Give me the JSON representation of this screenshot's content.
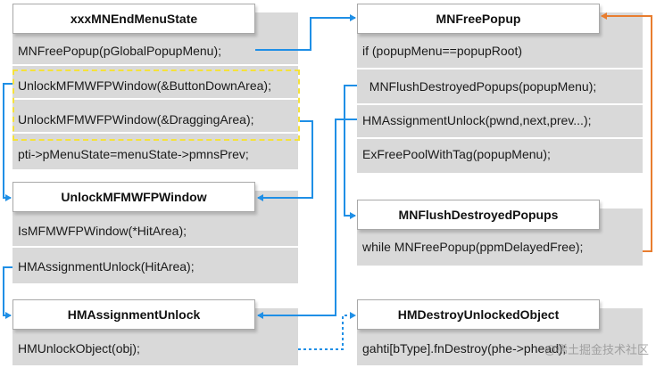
{
  "colors": {
    "wire_blue": "#1f8fe6",
    "wire_orange": "#e87d2f",
    "highlight_yellow": "#f5e23a",
    "box_body": "#d9d9d9"
  },
  "boxes": {
    "endmenustate": {
      "title": "xxxMNEndMenuState",
      "lines": [
        "MNFreePopup(pGlobalPopupMenu);",
        "UnlockMFMWFPWindow(&ButtonDownArea);",
        "UnlockMFMWFPWindow(&DraggingArea);",
        "pti->pMenuState=menuState->pmnsPrev;"
      ]
    },
    "unlockmfm": {
      "title": "UnlockMFMWFPWindow",
      "lines": [
        "IsMFMWFPWindow(*HitArea);",
        "HMAssignmentUnlock(HitArea);"
      ]
    },
    "hmassign": {
      "title": "HMAssignmentUnlock",
      "lines": [
        "HMUnlockObject(obj);"
      ]
    },
    "freepopup": {
      "title": "MNFreePopup",
      "lines": [
        "if (popupMenu==popupRoot)",
        "  MNFlushDestroyedPopups(popupMenu);",
        "HMAssignmentUnlock(pwnd,next,prev...);",
        "ExFreePoolWithTag(popupMenu);"
      ]
    },
    "flush": {
      "title": "MNFlushDestroyedPopups",
      "lines": [
        "while MNFreePopup(ppmDelayedFree);"
      ]
    },
    "destroy": {
      "title": "HMDestroyUnlockedObject",
      "lines": [
        "gahti[bType].fnDestroy(phe->phead);"
      ]
    }
  },
  "watermark": "@稀土掘金技术社区"
}
